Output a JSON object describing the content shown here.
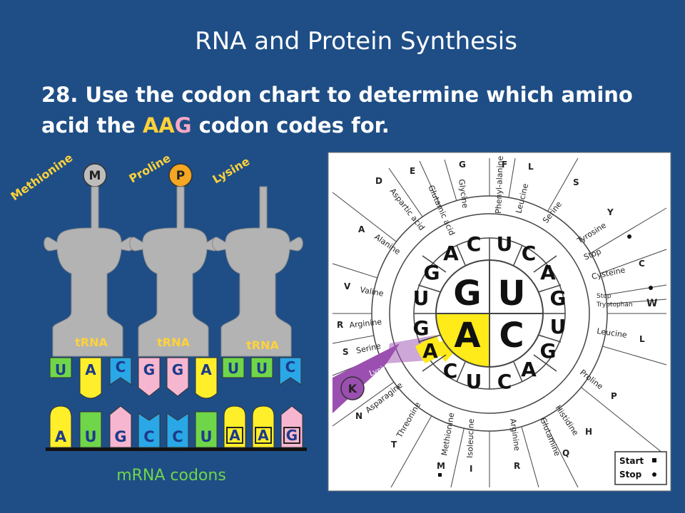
{
  "slide": {
    "title": "RNA and Protein Synthesis",
    "question_prefix": "28. Use the codon chart to determine which amino acid the ",
    "codon_a1": "A",
    "codon_a2": "A",
    "codon_g": "G",
    "question_suffix": " codon codes for."
  },
  "trna": {
    "amino_labels": [
      "Methionine",
      "Proline",
      "Lysine"
    ],
    "amino_letters": [
      "M",
      "P"
    ],
    "trna_label": "tRNA",
    "anticodons": [
      [
        "U",
        "A",
        "C"
      ],
      [
        "G",
        "G",
        "A"
      ],
      [
        "U",
        "U",
        "C"
      ]
    ],
    "mrna_codons": [
      "A",
      "U",
      "G",
      "C",
      "C",
      "U",
      "A",
      "A",
      "G"
    ],
    "mrna_caption": "mRNA codons"
  },
  "wheel": {
    "center": [
      "G",
      "U",
      "A",
      "C"
    ],
    "ring2": {
      "G": [
        "A",
        "G",
        "U",
        "C"
      ],
      "U": [
        "U",
        "C",
        "A",
        "G"
      ],
      "A": [
        "G",
        "A",
        "C",
        "U"
      ],
      "C": [
        "U",
        "G",
        "A",
        "C"
      ]
    },
    "amino_names": [
      "Glycine",
      "Glutamic acid",
      "Aspartic acid",
      "Alanine",
      "Valine",
      "Arginine",
      "Serine",
      "Lysine",
      "Asparagine",
      "Threonine",
      "Methionine",
      "Isoleucine",
      "Arginine",
      "Glutamine",
      "Histidine",
      "Proline",
      "Leucine",
      "Tryptophan",
      "Stop",
      "Cysteine",
      "Stop",
      "Tyrosine",
      "Serine",
      "Leucine",
      "Phenyl-alanine"
    ],
    "letters": [
      "G",
      "F",
      "L",
      "E",
      "D",
      "S",
      "Y",
      "A",
      "C",
      "V",
      "W",
      "R",
      "L",
      "S",
      "N",
      "P",
      "T",
      "H",
      "Q",
      "M",
      "I",
      "R"
    ],
    "highlight_letter": "K",
    "legend": {
      "start": "Start",
      "stop": "Stop"
    }
  },
  "colors": {
    "background": "#1f4e86",
    "U": "#6fd64a",
    "A": "#ffef2a",
    "C": "#2aa7e6",
    "G": "#f7b6cf",
    "highlight": "#ffea1a",
    "lysine_band": "#9b4fb0"
  }
}
